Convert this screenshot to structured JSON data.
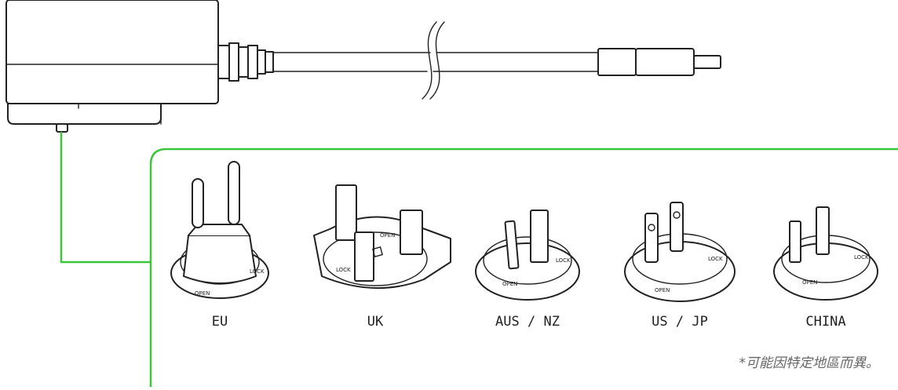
{
  "colors": {
    "line": "#222222",
    "accent": "#3cc63c",
    "fill": "#ffffff"
  },
  "adapters": [
    {
      "label": "EU"
    },
    {
      "label": "UK"
    },
    {
      "label": "AUS / NZ"
    },
    {
      "label": "US / JP"
    },
    {
      "label": "CHINA"
    }
  ],
  "rings": {
    "lock_text": "LOCK",
    "open_text": "OPEN"
  },
  "note": "*可能因特定地區而異。"
}
